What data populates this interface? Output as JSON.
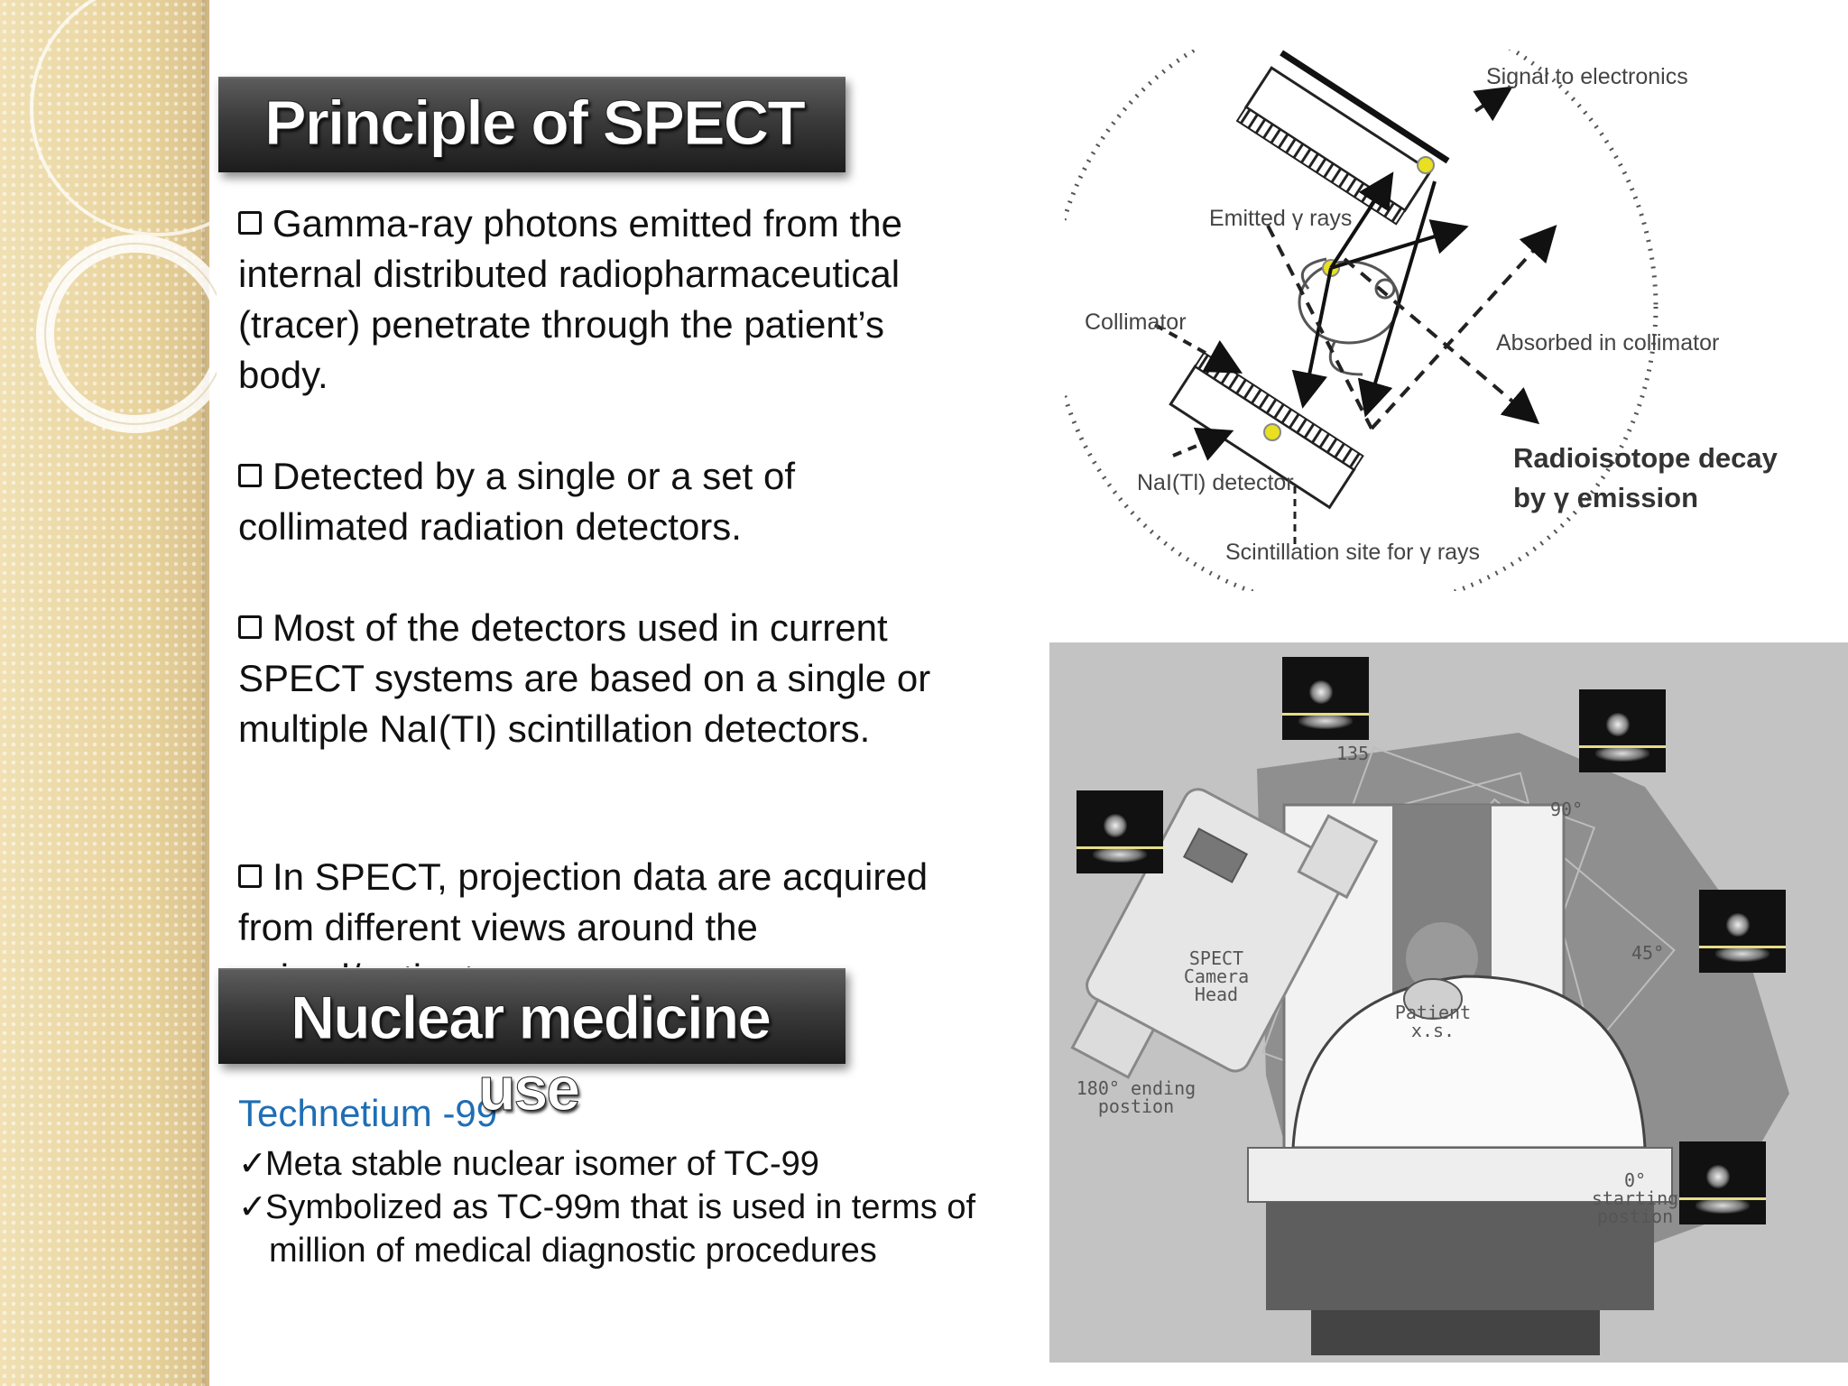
{
  "slide": {
    "title1": "Principle of SPECT",
    "bullets": [
      "Gamma-ray photons emitted from the internal distributed radiopharmaceutical (tracer) penetrate through the patient’s body.",
      "Detected by a single or a set of collimated radiation detectors.",
      "Most of the detectors used in current SPECT systems are based on a single or multiple NaI(TI) scintillation detectors.",
      "In SPECT, projection data are acquired from different views around the animal/patient"
    ],
    "title2": "Nuclear medicine",
    "title2_overflow": "use",
    "technetium": {
      "heading": "Technetium -99",
      "items": [
        "Meta stable nuclear isomer of TC-99",
        "Symbolized as TC-99m that is used in terms of",
        "million of medical diagnostic procedures"
      ]
    }
  },
  "diagram": {
    "labels": {
      "signal": "Signal to electronics",
      "emitted": "Emitted γ rays",
      "collimator": "Collimator",
      "absorbed": "Absorbed in collimator",
      "decay_line1": "Radioisotope decay",
      "decay_line2": "by γ emission",
      "detector": "NaI(Tl) detector",
      "scintillation": "Scintillation site for γ rays"
    }
  },
  "camera_figure": {
    "angle_135": "135",
    "angle_90": "90°",
    "angle_45": "45°",
    "camera_head_line1": "SPECT",
    "camera_head_line2": "Camera Head",
    "patient": "Patient x.s.",
    "ending_line1": "180° ending",
    "ending_line2": "postion",
    "starting_line1": "0° starting",
    "starting_line2": "postion"
  },
  "colors": {
    "title_bar": "#2e2e2e",
    "technetium_heading": "#1f6eb5",
    "left_strip": "#eedcac"
  }
}
